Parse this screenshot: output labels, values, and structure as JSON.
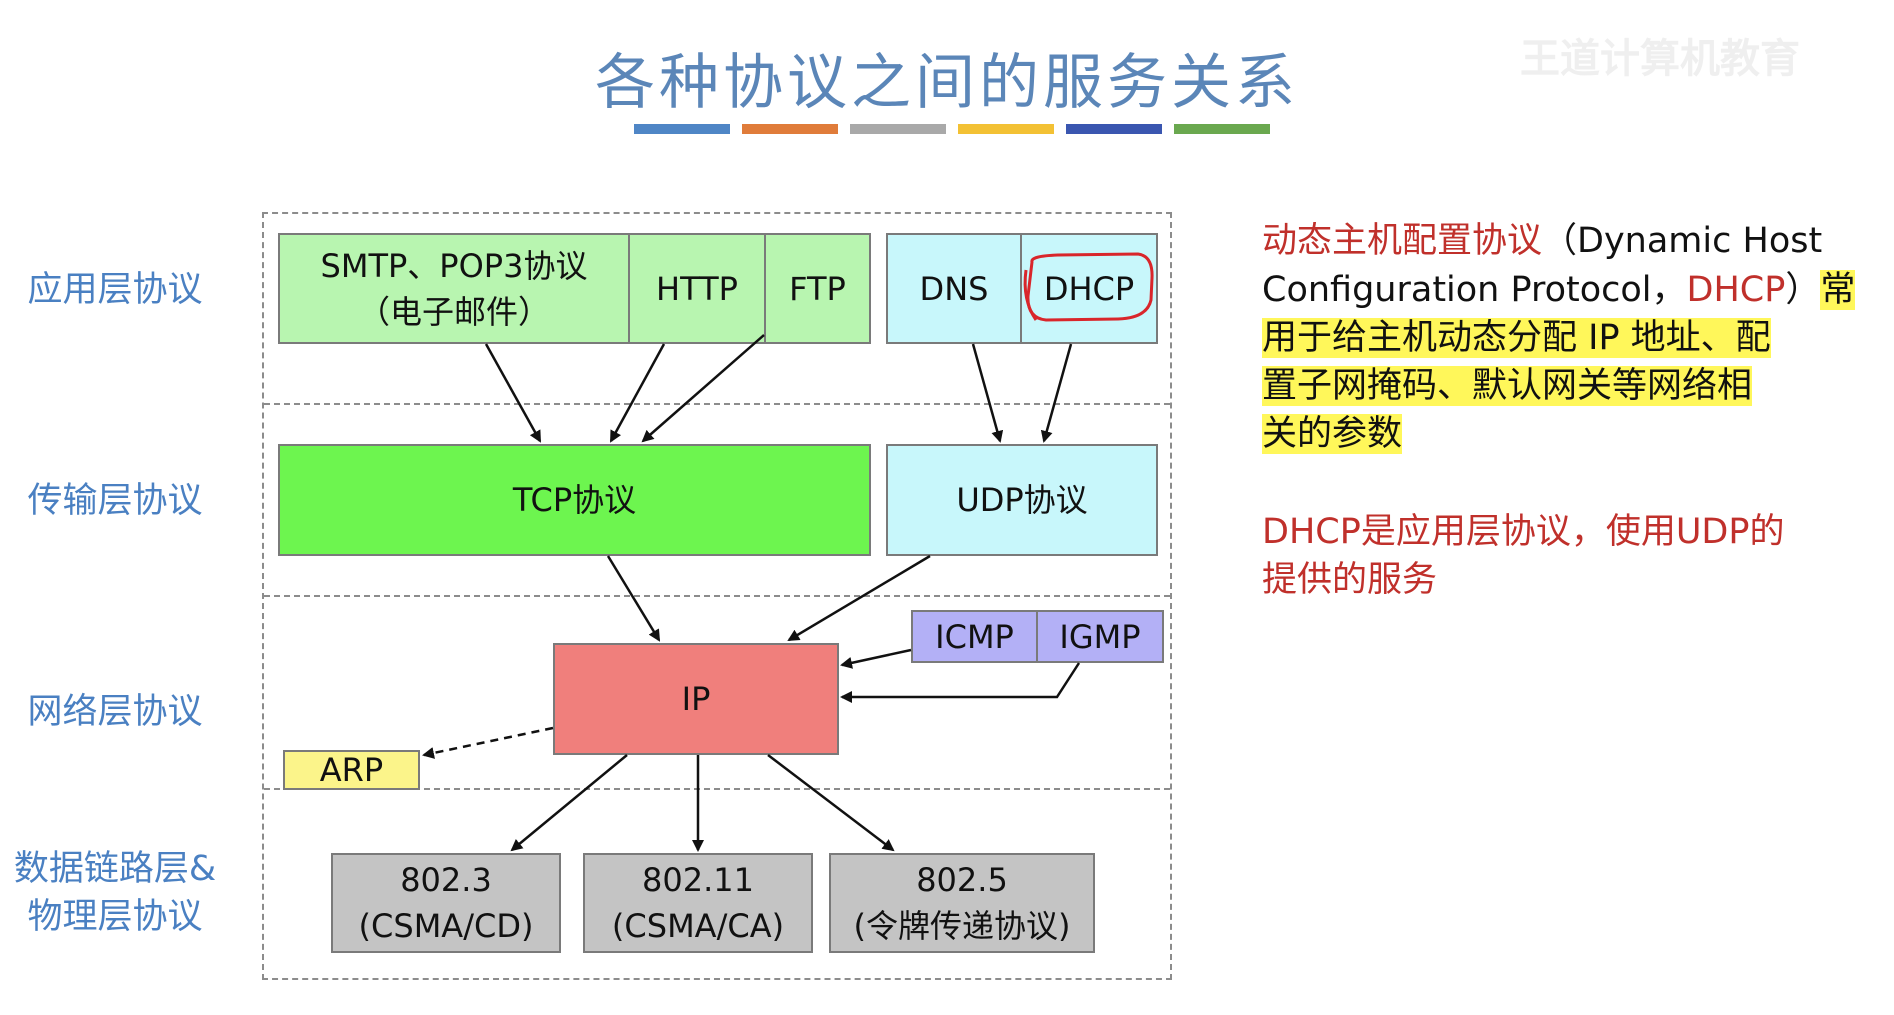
{
  "title": "各种协议之间的服务关系",
  "watermark": "王道计算机教育",
  "colors": {
    "title": "#5b86b8",
    "stripes": [
      "#4f86c6",
      "#e07c3a",
      "#a9a9a9",
      "#f3c134",
      "#3a56b0",
      "#6aa84f"
    ],
    "app_green": "#b8f5b0",
    "cyan": "#c8f7fb",
    "tcp_green": "#6df54f",
    "ip_red": "#f07f7c",
    "icmp_purple": "#b3b0f6",
    "arp_yellow": "#fbf48a",
    "link_gray": "#c4c4c4",
    "note_red": "#c0302b",
    "highlight": "#fff75a"
  },
  "layers": {
    "application": "应用层协议",
    "transport": "传输层协议",
    "network": "网络层协议",
    "link_line1": "数据链路层&",
    "link_line2": "物理层协议"
  },
  "boxes": {
    "smtp_line1": "SMTP、POP3协议",
    "smtp_line2": "（电子邮件）",
    "http": "HTTP",
    "ftp": "FTP",
    "dns": "DNS",
    "dhcp": "DHCP",
    "tcp": "TCP协议",
    "udp": "UDP协议",
    "ip": "IP",
    "icmp": "ICMP",
    "igmp": "IGMP",
    "arp": "ARP",
    "e8023_line1": "802.3",
    "e8023_line2": "(CSMA/CD)",
    "e80211_line1": "802.11",
    "e80211_line2": "(CSMA/CA)",
    "e8025_line1": "802.5",
    "e8025_line2": "(令牌传递协议)"
  },
  "note": {
    "line1_red": "动态主机配置协议",
    "line1_black": "（Dynamic Host",
    "line2_black": "Configuration Protocol，",
    "line2_red": "DHCP",
    "line2_tail": "）",
    "line2_hl": "常",
    "line3": "用于给主机动态分配 IP 地址、配",
    "line4": "置子网掩码、默认网关等网络相",
    "line5": "关的参数",
    "para2_line1": "DHCP是应用层协议，使用UDP的",
    "para2_line2": "提供的服务"
  }
}
